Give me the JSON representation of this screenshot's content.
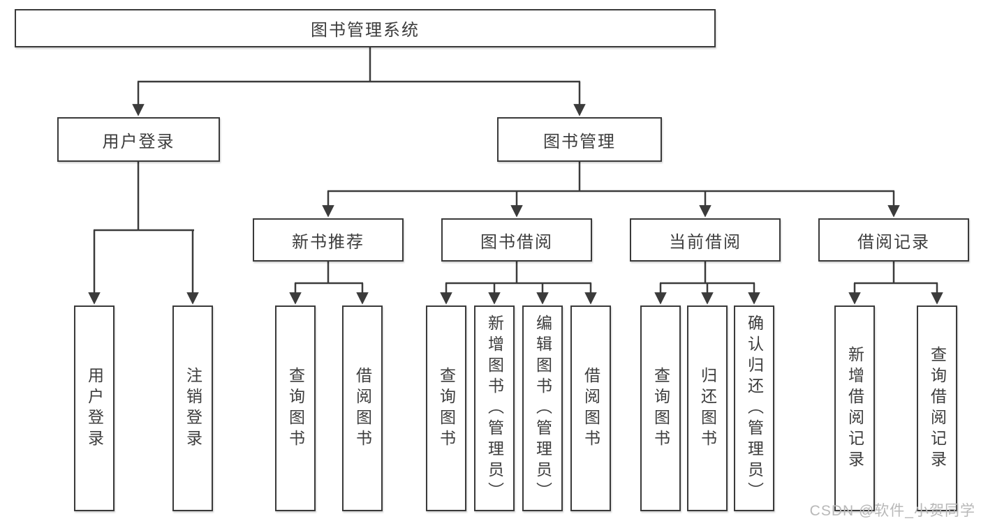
{
  "tree": {
    "label": "图书管理系统",
    "children": [
      {
        "label": "用户登录",
        "children": [
          {
            "label": "用户登录"
          },
          {
            "label": "注销登录"
          }
        ]
      },
      {
        "label": "图书管理",
        "children": [
          {
            "label": "新书推荐",
            "children": [
              {
                "label": "查询图书"
              },
              {
                "label": "借阅图书"
              }
            ]
          },
          {
            "label": "图书借阅",
            "children": [
              {
                "label": "查询图书"
              },
              {
                "label": "新增图书（管理员）"
              },
              {
                "label": "编辑图书（管理员）"
              },
              {
                "label": "借阅图书"
              }
            ]
          },
          {
            "label": "当前借阅",
            "children": [
              {
                "label": "查询图书"
              },
              {
                "label": "归还图书"
              },
              {
                "label": "确认归还（管理员）"
              }
            ]
          },
          {
            "label": "借阅记录",
            "children": [
              {
                "label": "新增借阅记录"
              },
              {
                "label": "查询借阅记录"
              }
            ]
          }
        ]
      }
    ]
  },
  "watermark": "CSDN @软件_小贺同学",
  "colors": {
    "line": "#3b3b3b",
    "box_border": "#3a3a3a",
    "text": "#3d3d3d",
    "watermark": "#b8b8b8",
    "background": "#ffffff"
  }
}
